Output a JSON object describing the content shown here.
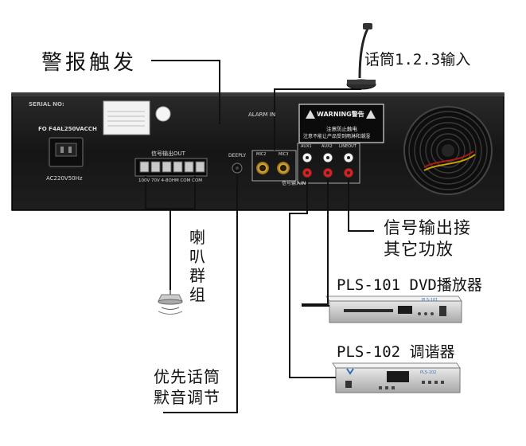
{
  "callouts": {
    "alarm_trigger": "警报触发",
    "mic_input": "话筒1.2.3输入",
    "signal_out_other_amp_line1": "信号输出接",
    "signal_out_other_amp_line2": "其它功放",
    "dvd_player": "PLS-101 DVD播放器",
    "tuner": "PLS-102 调谐器",
    "priority_mute_line1": "优先话筒",
    "priority_mute_line2": "默音调节",
    "speaker_group": [
      "喇",
      "叭",
      "群",
      "组"
    ]
  },
  "rear_panel": {
    "serial_label": "SERIAL NO:",
    "fuse_label": "FO F4AL250VACCH",
    "power_label": "AC220V50Hz",
    "signal_out_label": "信号输出OUT",
    "terminal_label": "100V 70V 4-8OHM COM COM",
    "alarm_in_label": "ALARM IN",
    "deeply_label": "DEEPLY",
    "mic2_label": "MIC2",
    "mic3_label": "MIC3",
    "signal_in_label": "信号输入IN",
    "aux1_label": "AUX1",
    "aux2_label": "AUX2",
    "lineout_label": "LINEOUT",
    "warning_title": "WARNING警告",
    "warning_line2": "注意防止触电",
    "warning_line3": "注意不能让产品受到雨淋和潮湿"
  },
  "devices": {
    "dvd_brand": "PLS-101",
    "tuner_brand": "PLS-102"
  }
}
